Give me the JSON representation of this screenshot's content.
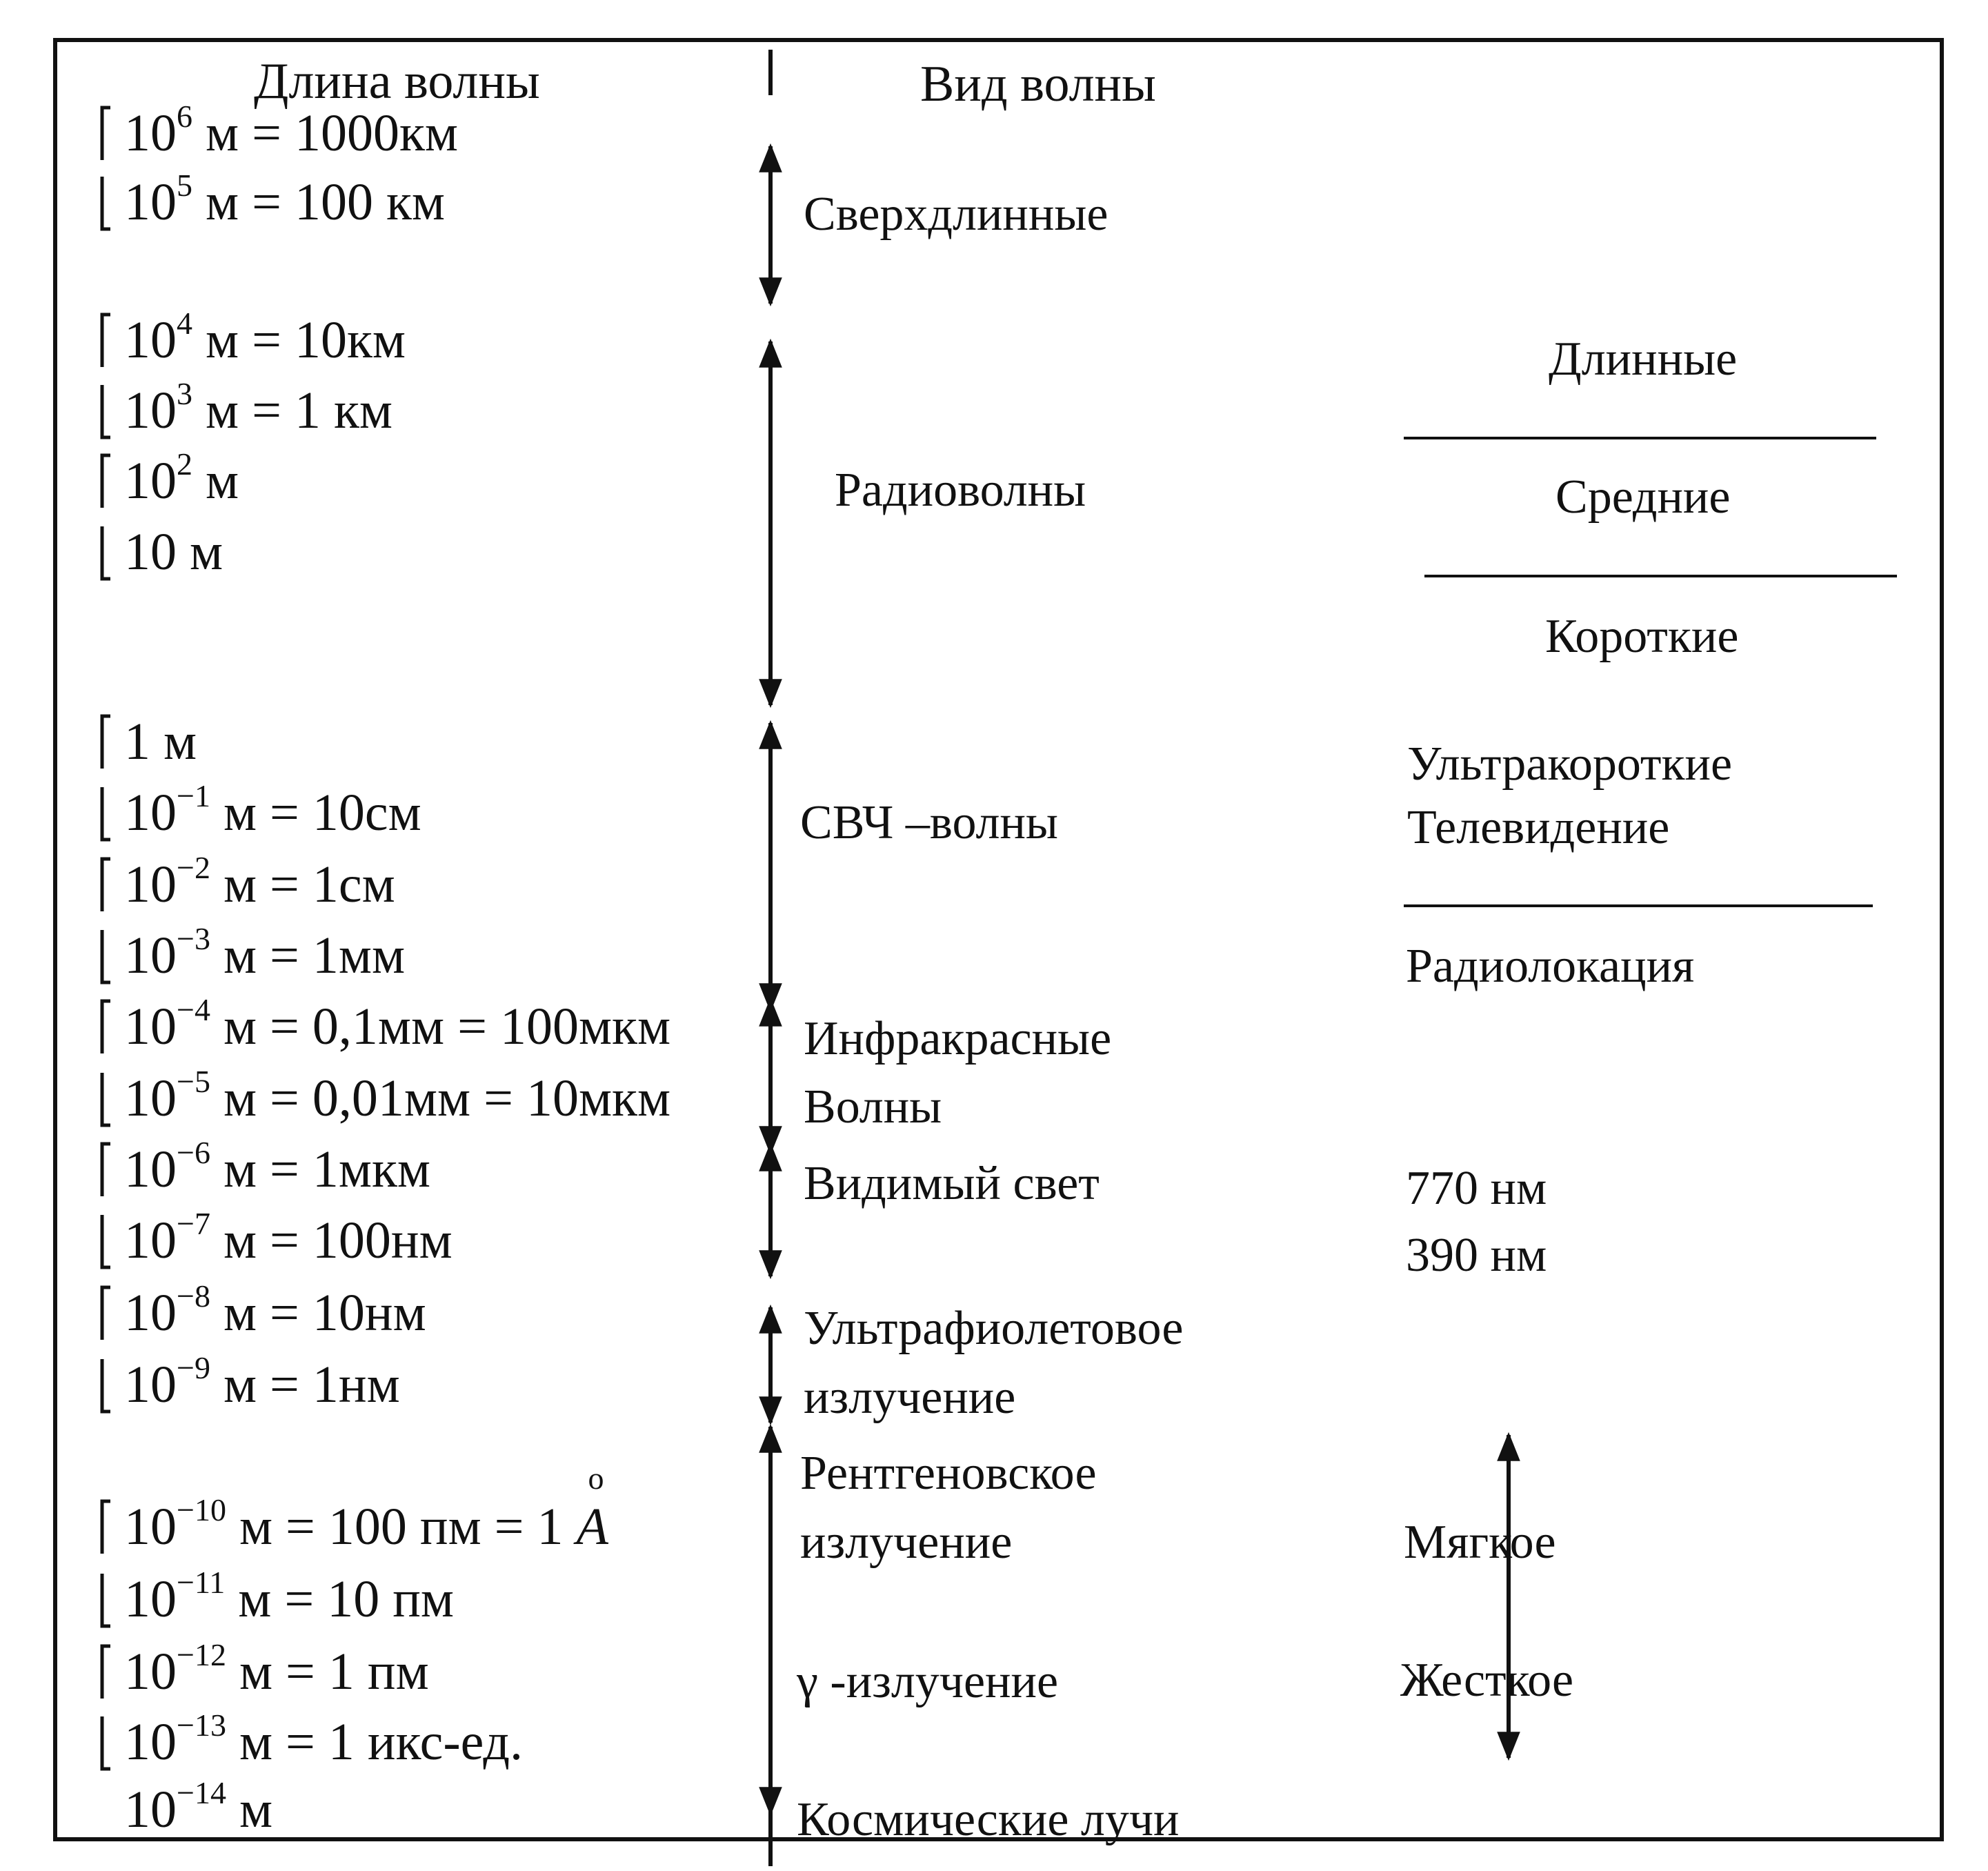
{
  "headers": {
    "wavelength": "Длина волны",
    "wave_type": "Вид волны"
  },
  "lengths": [
    {
      "br": "top",
      "base": "10",
      "exp": "6",
      "rest": " м = 1000км"
    },
    {
      "br": "bot",
      "base": "10",
      "exp": "5",
      "rest": " м = 100 км"
    },
    {
      "br": "top",
      "base": "10",
      "exp": "4",
      "rest": " м = 10км"
    },
    {
      "br": "bot",
      "base": "10",
      "exp": "3",
      "rest": " м = 1 км"
    },
    {
      "br": "top",
      "base": "10",
      "exp": "2",
      "rest": " м"
    },
    {
      "br": "bot",
      "base": "10",
      "exp": "",
      "rest": " м"
    },
    {
      "br": "top",
      "base": "1",
      "exp": "",
      "rest": " м"
    },
    {
      "br": "bot",
      "base": "10",
      "exp": "−1",
      "rest": " м = 10см"
    },
    {
      "br": "top",
      "base": "10",
      "exp": "−2",
      "rest": " м = 1см"
    },
    {
      "br": "bot",
      "base": "10",
      "exp": "−3",
      "rest": " м = 1мм"
    },
    {
      "br": "top",
      "base": "10",
      "exp": "−4",
      "rest": " м = 0,1мм = 100мкм"
    },
    {
      "br": "bot",
      "base": "10",
      "exp": "−5",
      "rest": " м = 0,01мм = 10мкм"
    },
    {
      "br": "top",
      "base": "10",
      "exp": "−6",
      "rest": " м = 1мкм"
    },
    {
      "br": "bot",
      "base": "10",
      "exp": "−7",
      "rest": " м = 100нм"
    },
    {
      "br": "top",
      "base": "10",
      "exp": "−8",
      "rest": " м = 10нм"
    },
    {
      "br": "bot",
      "base": "10",
      "exp": "−9",
      "rest": " м = 1нм"
    },
    {
      "br": "top",
      "base": "10",
      "exp": "−10",
      "rest": " м = 100 пм = 1 ",
      "angstrom": "A",
      "ring": "o"
    },
    {
      "br": "bot",
      "base": "10",
      "exp": "−11",
      "rest": " м = 10 пм"
    },
    {
      "br": "top",
      "base": "10",
      "exp": "−12",
      "rest": " м = 1 пм"
    },
    {
      "br": "bot",
      "base": "10",
      "exp": "−13",
      "rest": " м = 1 икс-ед."
    },
    {
      "br": "none",
      "base": "10",
      "exp": "−14",
      "rest": " м"
    }
  ],
  "wave_types": {
    "super_long": "Сверхдлинные",
    "radio": "Радиоволны",
    "microwave": "СВЧ –волны",
    "infrared_1": "Инфракрасные",
    "infrared_2": "Волны",
    "visible": "Видимый свет",
    "uv_1": "Ультрафиолетовое",
    "uv_2": "излучение",
    "xray_1": "Рентгеновское",
    "xray_2": "излучение",
    "gamma": "γ -излучение",
    "cosmic": "Космические лучи"
  },
  "subtypes": {
    "long": "Длинные",
    "medium": "Средние",
    "short": "Короткие",
    "ultrashort": "Ультракороткие",
    "television": "Телевидение",
    "radar": "Радиолокация",
    "visible_upper": "770 нм",
    "visible_lower": "390 нм",
    "soft": "Мягкое",
    "hard": "Жесткое"
  }
}
